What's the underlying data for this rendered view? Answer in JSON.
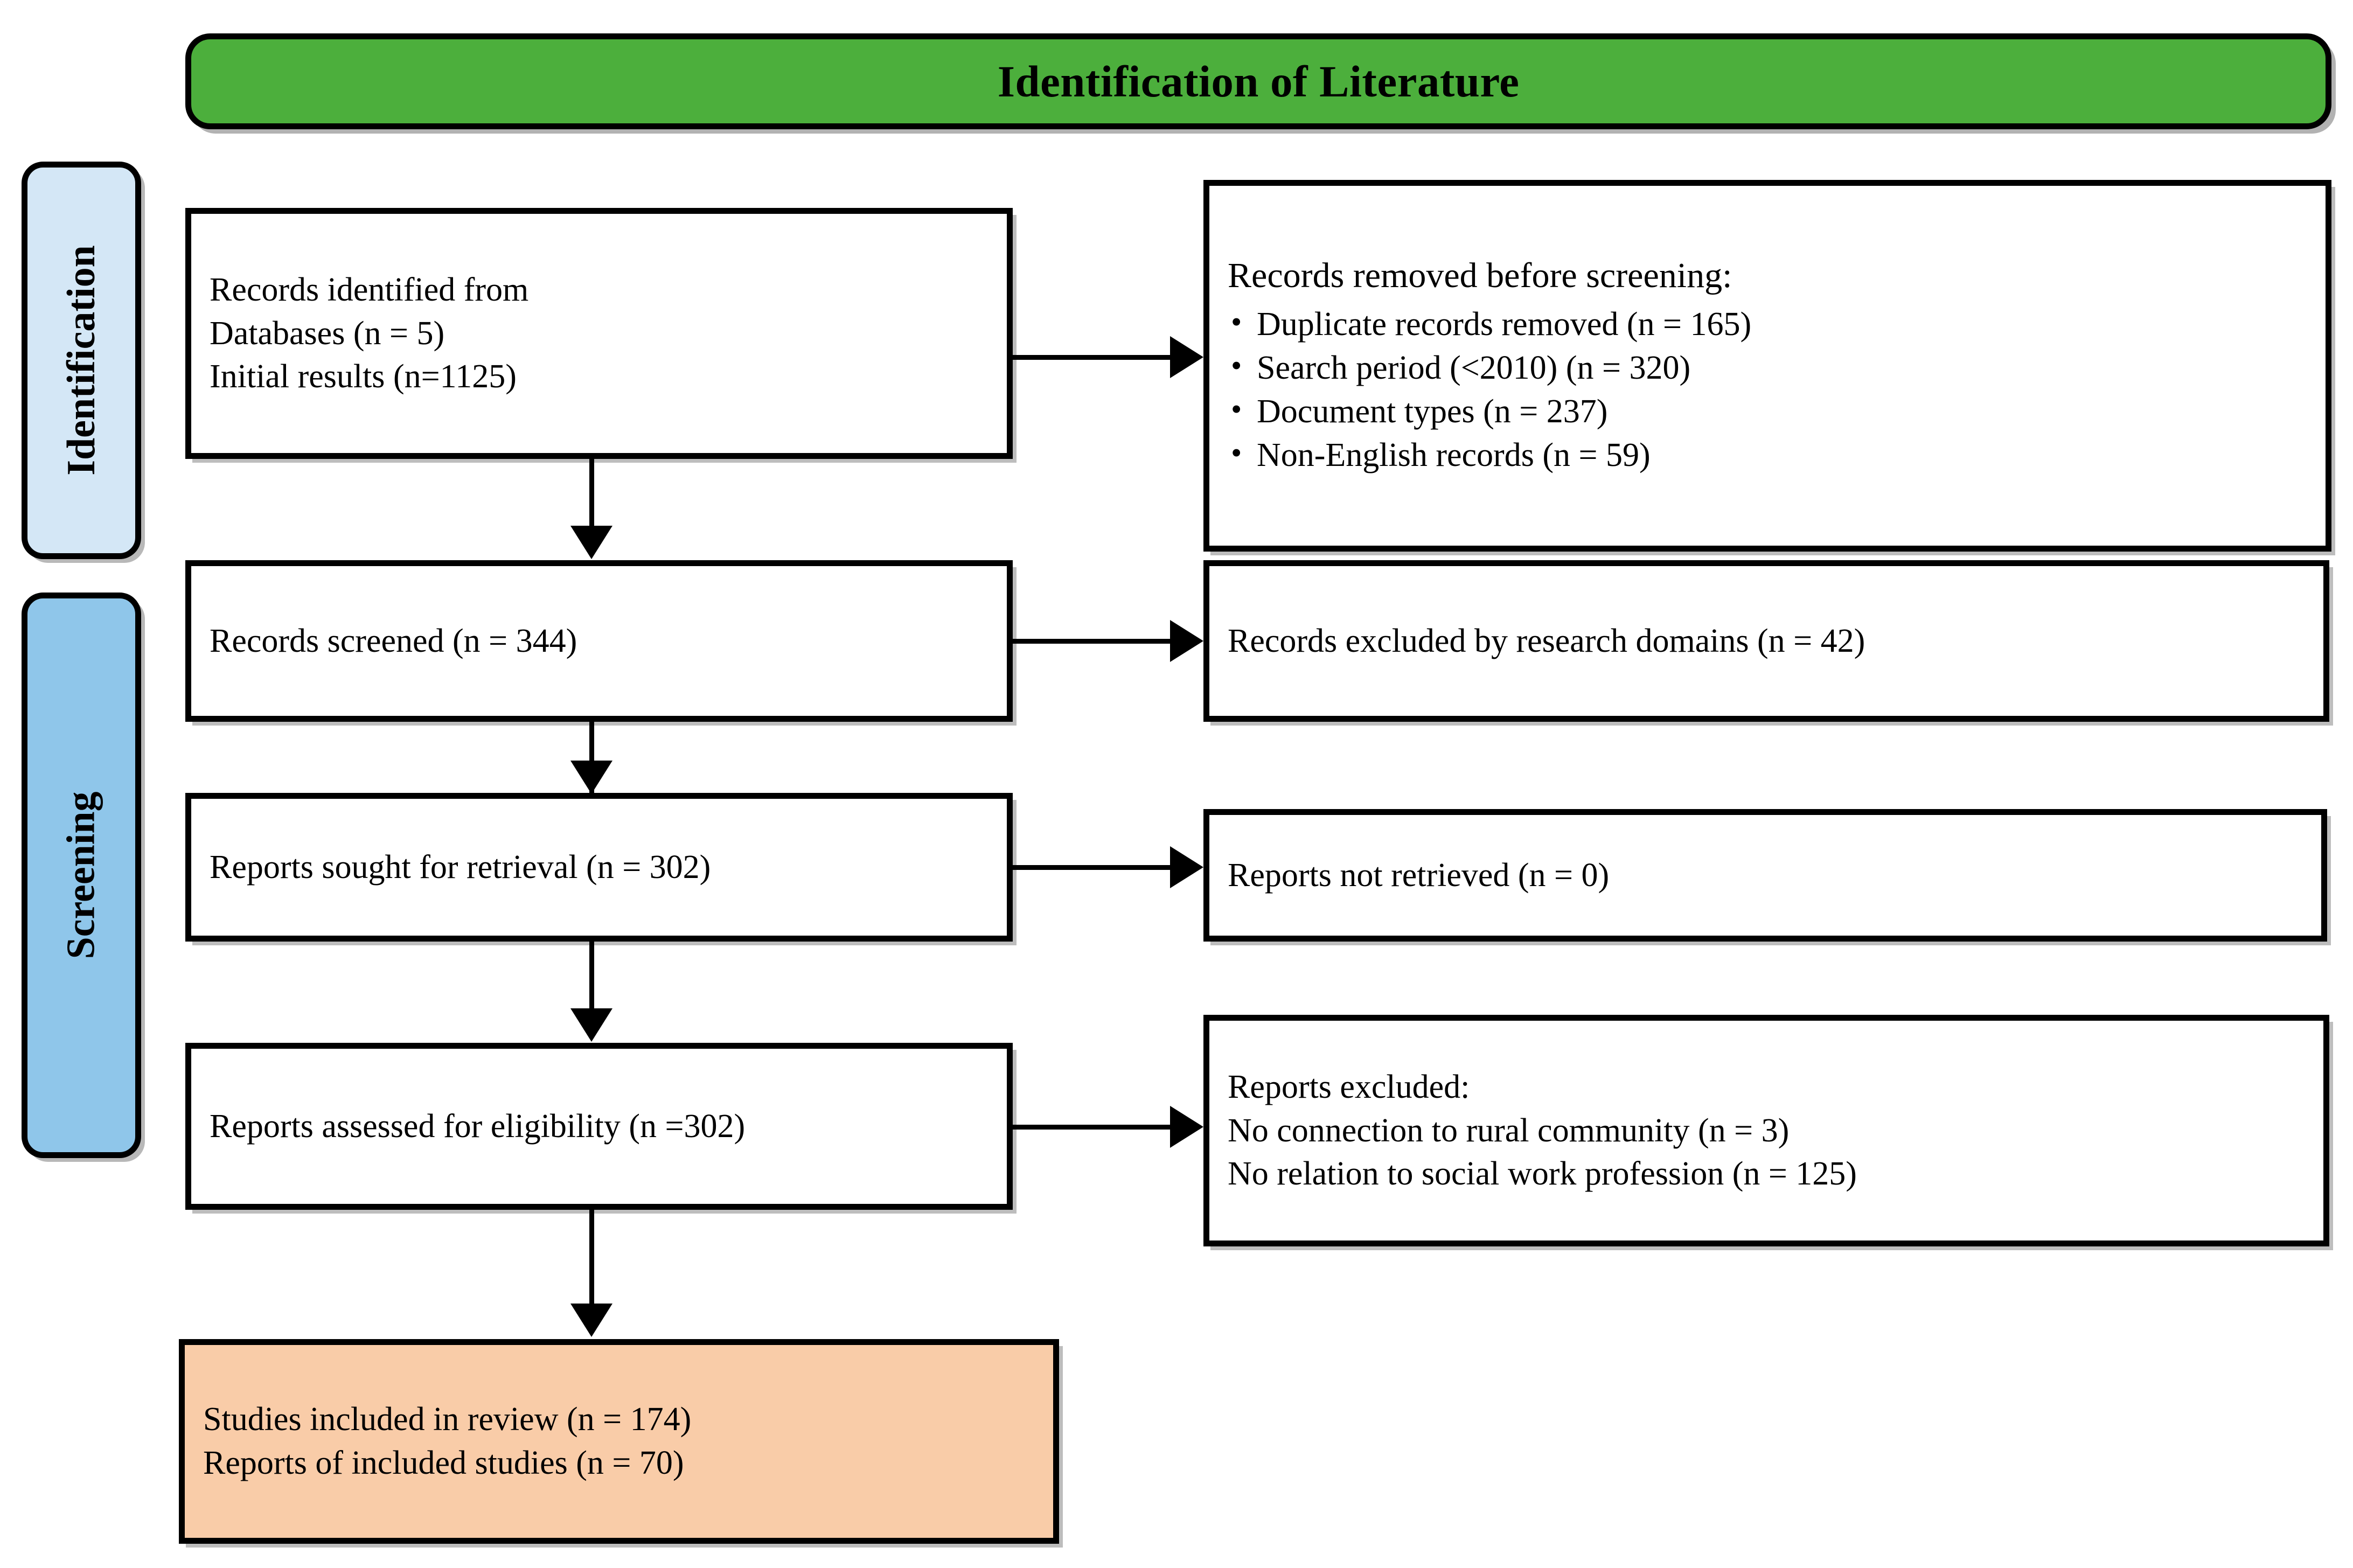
{
  "diagram": {
    "type": "prisma-flow-diagram",
    "banner": {
      "title": "Identification of Literature",
      "color": "#4CAF3C"
    },
    "stages": [
      {
        "label": "Identification",
        "color": "#D4E7F6"
      },
      {
        "label": "Screening",
        "color": "#8FC6EA"
      }
    ],
    "boxes": {
      "identified": {
        "lines": [
          "Records identified from",
          "Databases (n = 5)",
          "Initial results (n=1125)"
        ]
      },
      "removed_before_screening": {
        "heading": "Records removed before screening:",
        "bullets": [
          "Duplicate records removed (n = 165)",
          "Search period (<2010) (n = 320)",
          "Document types (n = 237)",
          "Non-English records (n = 59)"
        ]
      },
      "screened": {
        "lines": [
          "Records screened (n = 344)"
        ]
      },
      "excluded_by_domains": {
        "lines": [
          "Records excluded by research domains (n = 42)"
        ]
      },
      "sought_for_retrieval": {
        "lines": [
          "Reports sought for retrieval (n = 302)"
        ]
      },
      "not_retrieved": {
        "lines": [
          "Reports not retrieved (n = 0)"
        ]
      },
      "assessed_for_eligibility": {
        "lines": [
          "Reports assessed for eligibility (n =302)"
        ]
      },
      "reports_excluded": {
        "lines": [
          "Reports excluded:",
          "No connection to rural community (n = 3)",
          "No relation to social work profession (n = 125)"
        ]
      },
      "included": {
        "color": "#F9CCA8",
        "lines": [
          "Studies included in review (n = 174)",
          "Reports of included studies (n = 70)"
        ]
      }
    },
    "counts": {
      "databases": 5,
      "initial_results": 1125,
      "duplicates_removed": 165,
      "search_period_removed": 320,
      "document_types_removed": 237,
      "non_english_removed": 59,
      "records_screened": 344,
      "excluded_by_domains": 42,
      "sought_for_retrieval": 302,
      "not_retrieved": 0,
      "assessed_for_eligibility": 302,
      "excluded_no_rural_connection": 3,
      "excluded_no_social_work_relation": 125,
      "studies_included": 174,
      "reports_of_included_studies": 70
    }
  }
}
